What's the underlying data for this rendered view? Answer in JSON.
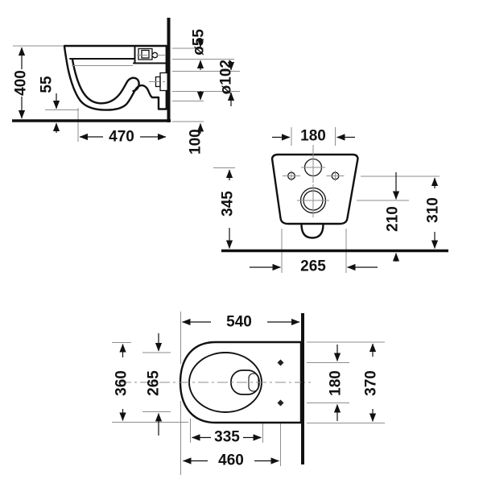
{
  "drawing": {
    "type": "wall-hung toilet installation drawing, three orthographic views"
  },
  "side_view": {
    "height": "400",
    "floor_clearance": "55",
    "depth": "470",
    "flush_pipe_diameter": "ø55",
    "outlet_pipe_diameter": "ø102",
    "outlet_height_above_floor": "100"
  },
  "rear_view": {
    "fixing_hole_spacing": "180",
    "inlet_center_height": "345",
    "outlet_center_height": "210",
    "fixing_hole_height": "310",
    "body_width_bottom": "265"
  },
  "top_view": {
    "depth": "540",
    "width": "360",
    "inner_bowl_width": "265",
    "fixing_hole_spacing": "180",
    "width_at_wall": "370",
    "inner_bowl_depth": "335",
    "fixing_hole_distance_from_front": "460"
  }
}
